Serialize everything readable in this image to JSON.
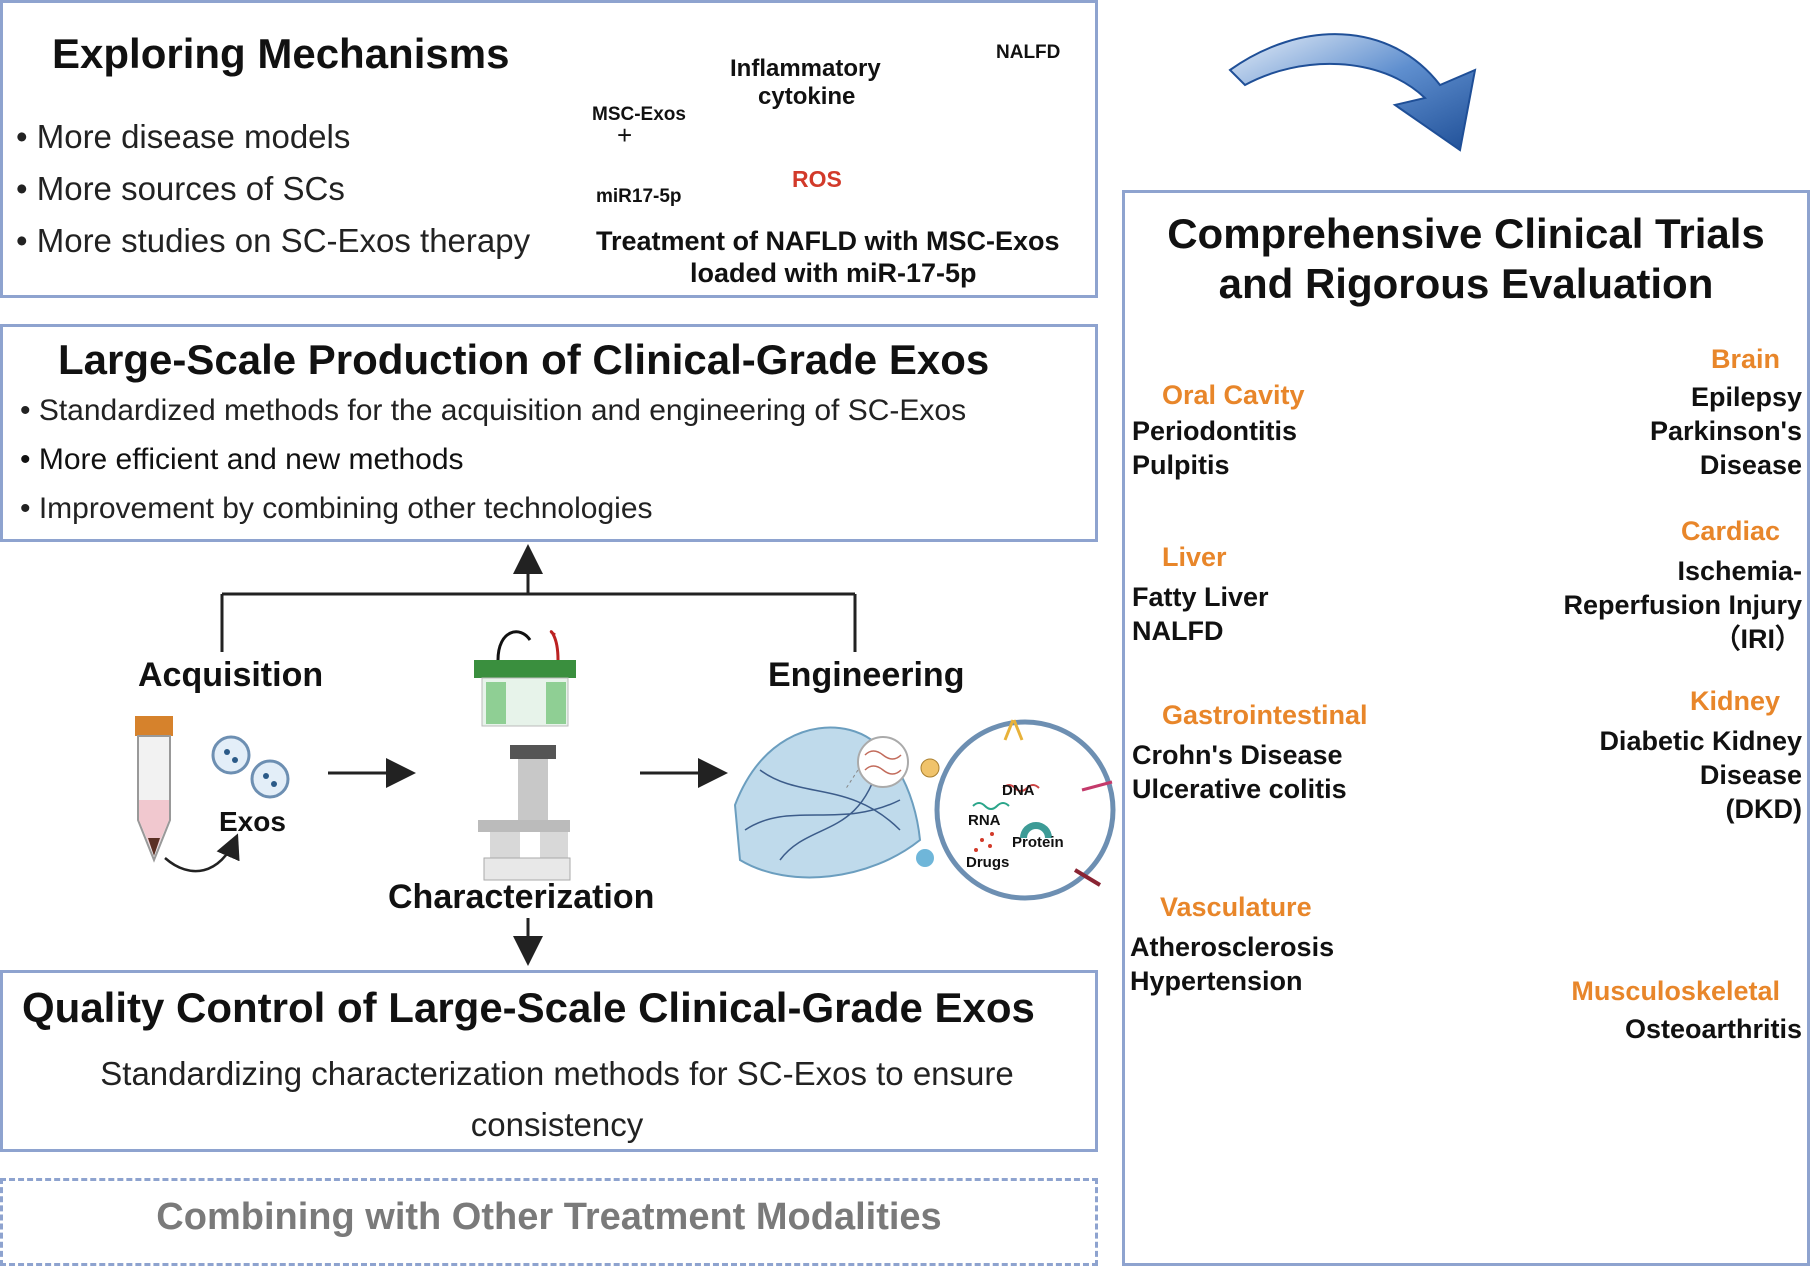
{
  "exploring": {
    "title": "Exploring Mechanisms",
    "bullets": [
      "• More disease models",
      "• More sources of SCs",
      "• More studies on SC-Exos therapy"
    ]
  },
  "nafld_panel": {
    "msc_exos": "MSC-Exos",
    "plus": "+",
    "mir": "miR17-5p",
    "inflammatory": "Inflammatory",
    "cytokine": "cytokine",
    "ros": "ROS",
    "nalfd": "NALFD",
    "caption_line1": "Treatment of NAFLD with MSC-Exos",
    "caption_line2": "loaded with miR-17-5p"
  },
  "production": {
    "title": "Large-Scale Production of Clinical-Grade Exos",
    "bullets": [
      "• Standardized methods for the acquisition and engineering of SC-Exos",
      "• More efficient and new methods",
      "• Improvement by combining other technologies"
    ]
  },
  "workflow": {
    "acquisition": "Acquisition",
    "engineering": "Engineering",
    "exos": "Exos",
    "characterization": "Characterization",
    "dna": "DNA",
    "rna": "RNA",
    "protein": "Protein",
    "drugs": "Drugs"
  },
  "quality": {
    "title": "Quality Control of Large-Scale Clinical-Grade Exos",
    "line1": "Standardizing characterization methods for SC-Exos to ensure",
    "line2": "consistency"
  },
  "combining": {
    "title": "Combining with Other Treatment Modalities"
  },
  "clinical": {
    "title_line1": "Comprehensive Clinical Trials",
    "title_line2": "and Rigorous Evaluation",
    "organs": {
      "oral": {
        "name": "Oral Cavity",
        "diseases": [
          "Periodontitis",
          "Pulpitis"
        ]
      },
      "brain": {
        "name": "Brain",
        "diseases": [
          "Epilepsy",
          "Parkinson's",
          "Disease"
        ]
      },
      "liver": {
        "name": "Liver",
        "diseases": [
          "Fatty Liver",
          "NALFD"
        ]
      },
      "cardiac": {
        "name": "Cardiac",
        "diseases": [
          "Ischemia-",
          "Reperfusion Injury",
          "（IRI）"
        ]
      },
      "gi": {
        "name": "Gastrointestinal",
        "diseases": [
          "Crohn's Disease",
          "Ulcerative colitis"
        ]
      },
      "kidney": {
        "name": "Kidney",
        "diseases": [
          "Diabetic Kidney",
          "Disease",
          "(DKD)"
        ]
      },
      "vasculature": {
        "name": "Vasculature",
        "diseases": [
          "Atherosclerosis",
          "Hypertension"
        ]
      },
      "musculo": {
        "name": "Musculoskeletal",
        "diseases": [
          "Osteoarthritis"
        ]
      }
    }
  },
  "colors": {
    "border": "#8ea3cf",
    "organ_label": "#e8862a",
    "panel_bg": "#f6f1cf",
    "panel_border": "#b79b3c",
    "curved_arrow": "#2b5fa8",
    "ros": "#d23a2a"
  }
}
